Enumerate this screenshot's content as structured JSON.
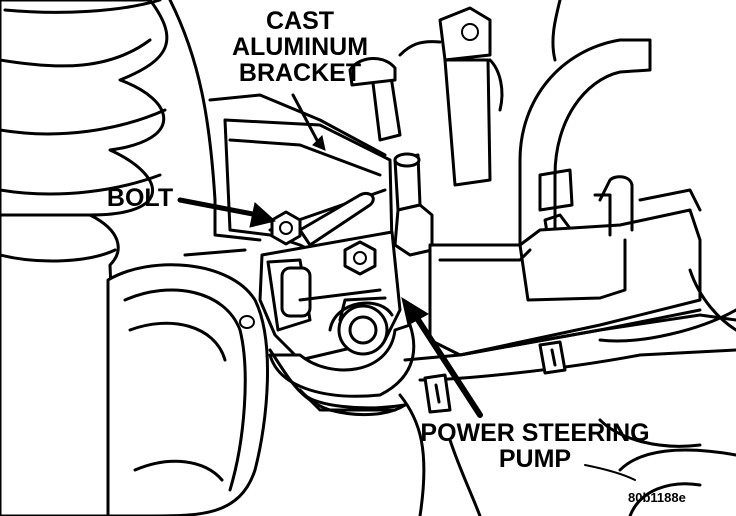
{
  "labels": {
    "bracket_line1": "CAST",
    "bracket_line2": "ALUMINUM",
    "bracket_line3": "BRACKET",
    "bolt": "BOLT",
    "pump_line1": "POWER STEERING",
    "pump_line2": "PUMP"
  },
  "figure_code": "80b1188e"
}
